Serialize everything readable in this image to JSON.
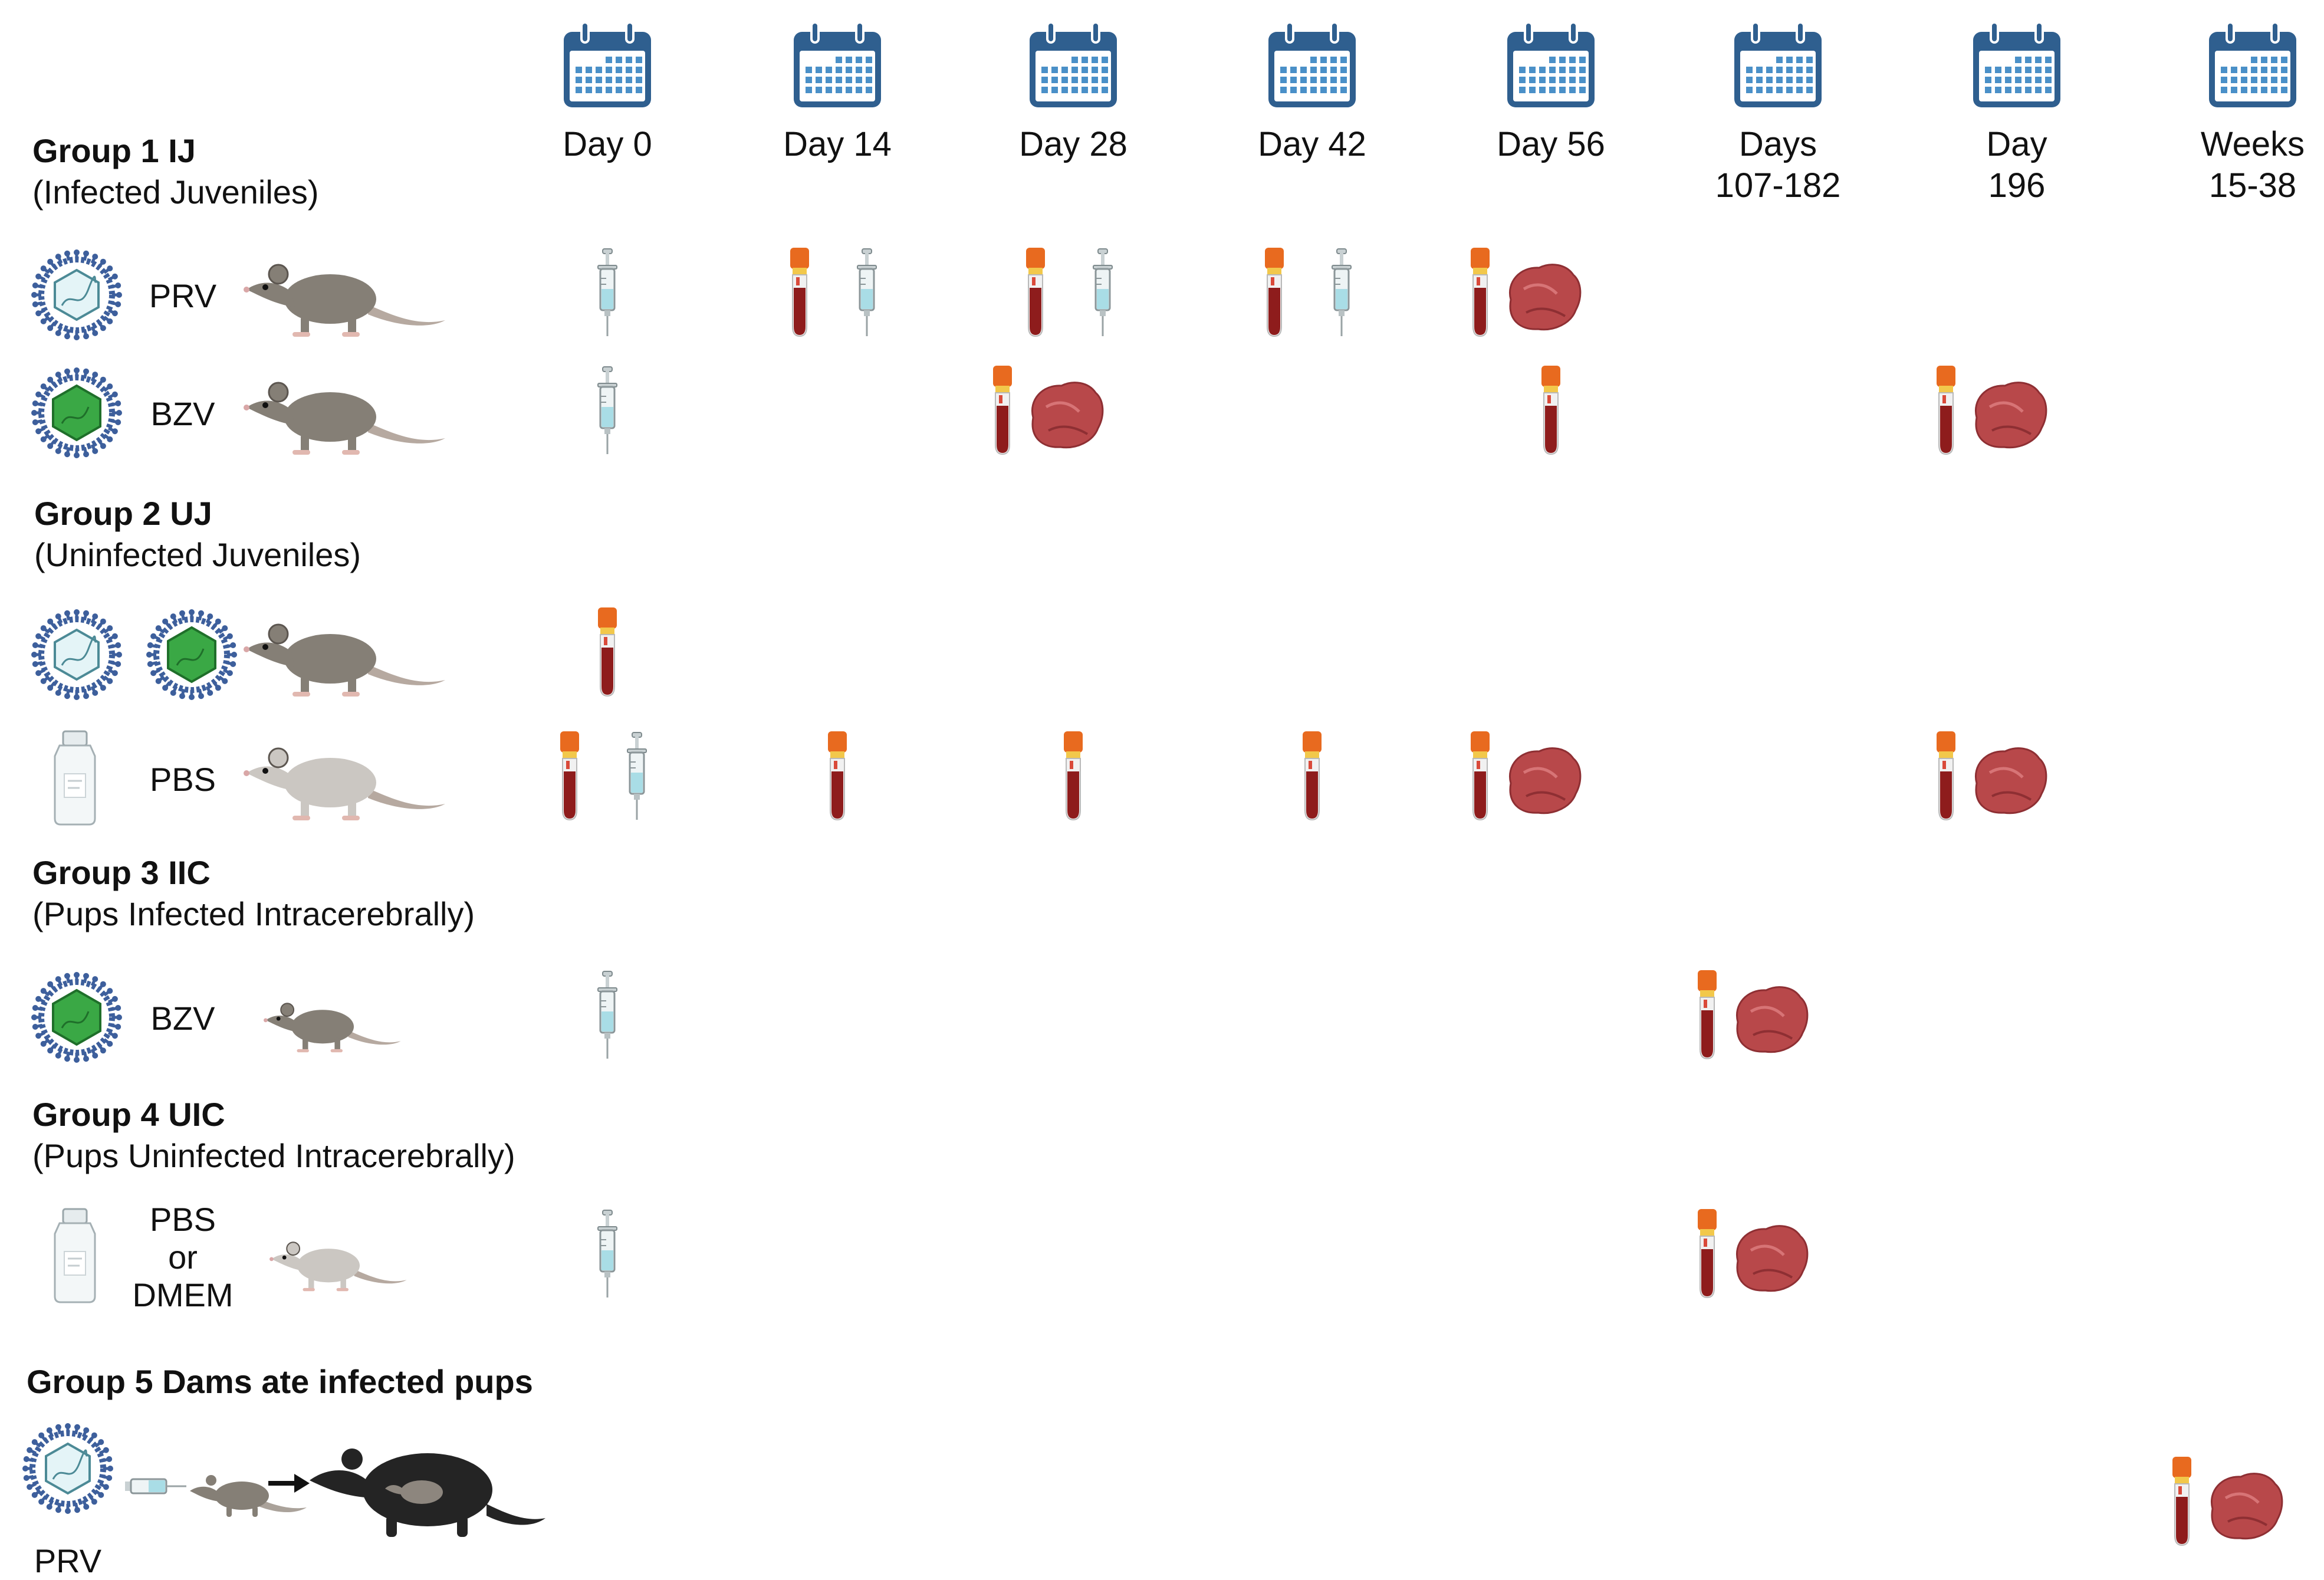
{
  "timeline": [
    {
      "lines": [
        "Day 0"
      ]
    },
    {
      "lines": [
        "Day 14"
      ]
    },
    {
      "lines": [
        "Day 28"
      ]
    },
    {
      "lines": [
        "Day 42"
      ]
    },
    {
      "lines": [
        "Day 56"
      ]
    },
    {
      "lines": [
        "Days",
        "107-182"
      ]
    },
    {
      "lines": [
        "Day",
        "196"
      ]
    },
    {
      "lines": [
        "Weeks",
        "15-38"
      ]
    }
  ],
  "groups": [
    {
      "title": "Group 1 IJ",
      "subtitle": "(Infected Juveniles)"
    },
    {
      "title": "Group 2 UJ",
      "subtitle": "(Uninfected Juveniles)"
    },
    {
      "title": "Group 3 IIC",
      "subtitle": "(Pups Infected Intracerebrally)"
    },
    {
      "title": "Group 4 UIC",
      "subtitle": "(Pups Uninfected Intracerebrally)"
    },
    {
      "title": "Group 5 Dams ate infected pups",
      "subtitle": ""
    }
  ],
  "rows": [
    {
      "group": 0,
      "agent_icon": "prv-virus-icon",
      "label_lines": [
        "PRV"
      ],
      "animal": "juvenile-opossum-icon",
      "events": [
        [
          "syringe-icon"
        ],
        [
          "blood-tube-icon",
          "syringe-icon"
        ],
        [
          "blood-tube-icon",
          "syringe-icon"
        ],
        [
          "blood-tube-icon",
          "syringe-icon"
        ],
        [
          "blood-tube-icon",
          "tissue-icon"
        ],
        [],
        [],
        []
      ]
    },
    {
      "group": 0,
      "agent_icon": "bzv-virus-icon",
      "label_lines": [
        "BZV"
      ],
      "animal": "juvenile-opossum-icon",
      "events": [
        [
          "syringe-icon"
        ],
        [],
        [
          "blood-tube-icon",
          "tissue-icon"
        ],
        [],
        [
          "blood-tube-icon"
        ],
        [],
        [
          "blood-tube-icon",
          "tissue-icon"
        ],
        []
      ]
    },
    {
      "group": 1,
      "agent_icon": "prv-and-bzv-virus-icons",
      "label_lines": [],
      "animal": "juvenile-opossum-icon",
      "events": [
        [
          "blood-tube-icon"
        ],
        [],
        [],
        [],
        [],
        [],
        [],
        []
      ]
    },
    {
      "group": 1,
      "agent_icon": "pbs-bottle-icon",
      "label_lines": [
        "PBS"
      ],
      "animal": "pale-juvenile-opossum-icon",
      "events": [
        [
          "blood-tube-icon",
          "syringe-icon"
        ],
        [
          "blood-tube-icon"
        ],
        [
          "blood-tube-icon"
        ],
        [
          "blood-tube-icon"
        ],
        [
          "blood-tube-icon",
          "tissue-icon"
        ],
        [],
        [
          "blood-tube-icon",
          "tissue-icon"
        ],
        []
      ]
    },
    {
      "group": 2,
      "agent_icon": "bzv-virus-icon",
      "label_lines": [
        "BZV"
      ],
      "animal": "pup-opossum-icon",
      "events": [
        [
          "syringe-icon"
        ],
        [],
        [],
        [],
        [],
        [
          "blood-tube-icon",
          "tissue-icon"
        ],
        [],
        []
      ]
    },
    {
      "group": 3,
      "agent_icon": "medium-bottle-icon",
      "label_lines": [
        "PBS",
        "or",
        "DMEM"
      ],
      "animal": "pale-pup-opossum-icon",
      "events": [
        [
          "syringe-icon"
        ],
        [],
        [],
        [],
        [],
        [
          "blood-tube-icon",
          "tissue-icon"
        ],
        [],
        []
      ]
    },
    {
      "group": 4,
      "agent_icon": "prv-virus-icon",
      "label_lines": [
        "PRV"
      ],
      "animal": "dam-with-pup-icon",
      "events": [
        [],
        [],
        [],
        [],
        [],
        [],
        [],
        [
          "blood-tube-icon",
          "tissue-icon"
        ]
      ]
    }
  ],
  "colors": {
    "calendar": "#2f5f8f",
    "calendar_light": "#4a90c8",
    "virus_ring": "#3d5f9c",
    "virus_fill_prv": "#e4f4f7",
    "virus_fill_bzv": "#3aa845",
    "opossum": "#857f76",
    "opossum_pale": "#cbc7c2",
    "opossum_dark": "#242424",
    "blood": "#8e1c1c",
    "tube_cap": "#e86a1f",
    "tissue": "#b8484a"
  }
}
